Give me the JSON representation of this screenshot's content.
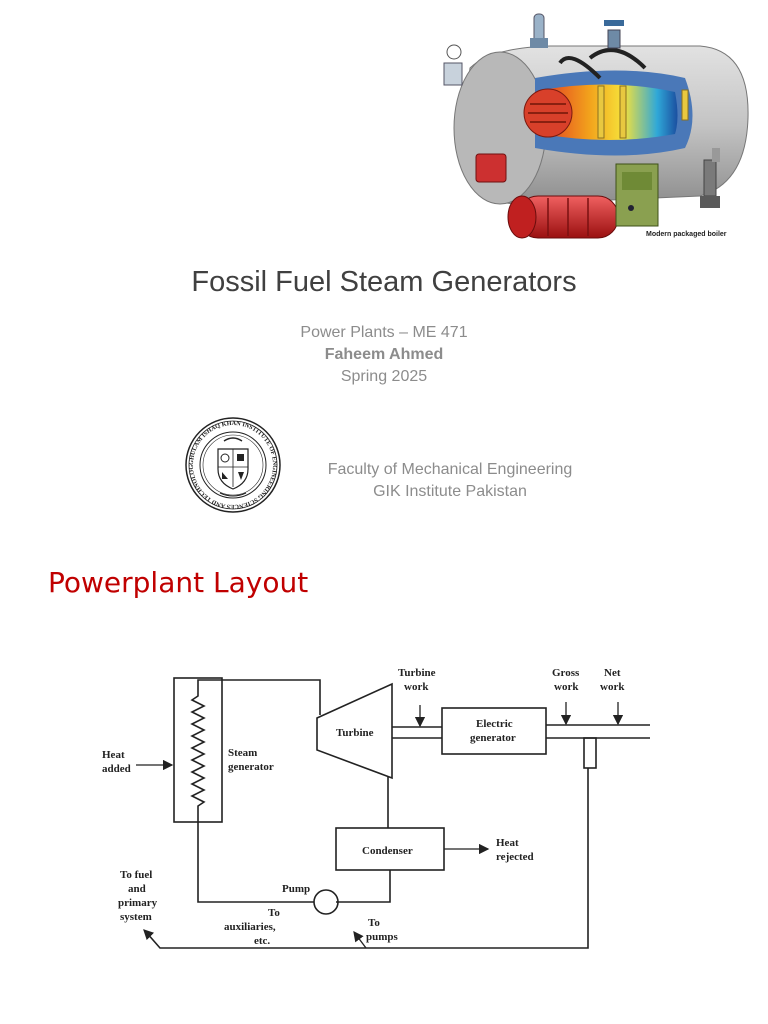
{
  "slide1": {
    "boiler_caption": "Modern packaged boiler",
    "title": "Fossil Fuel Steam Generators",
    "course": "Power Plants – ME 471",
    "author": "Faheem Ahmed",
    "term": "Spring 2025",
    "faculty_line1": "Faculty of Mechanical Engineering",
    "faculty_line2": "GIK Institute Pakistan",
    "seal_text": "GHULAM ISHAQ KHAN INSTITUTE OF ENGINEERING SCIENCES AND TECHNOLOGY • PAKISTAN •"
  },
  "slide2": {
    "heading": "Powerplant Layout",
    "labels": {
      "heat_added_1": "Heat",
      "heat_added_2": "added",
      "steam_gen_1": "Steam",
      "steam_gen_2": "generator",
      "turbine": "Turbine",
      "turbine_work_1": "Turbine",
      "turbine_work_2": "work",
      "electric_gen_1": "Electric",
      "electric_gen_2": "generator",
      "gross_work_1": "Gross",
      "gross_work_2": "work",
      "net_work_1": "Net",
      "net_work_2": "work",
      "condenser": "Condenser",
      "heat_rejected_1": "Heat",
      "heat_rejected_2": "rejected",
      "pump": "Pump",
      "to_fuel_1": "To fuel",
      "to_fuel_2": "and",
      "to_fuel_3": "primary",
      "to_fuel_4": "system",
      "to_aux_1": "To",
      "to_aux_2": "auxiliaries,",
      "to_aux_3": "etc.",
      "to_pumps_1": "To",
      "to_pumps_2": "pumps"
    }
  }
}
